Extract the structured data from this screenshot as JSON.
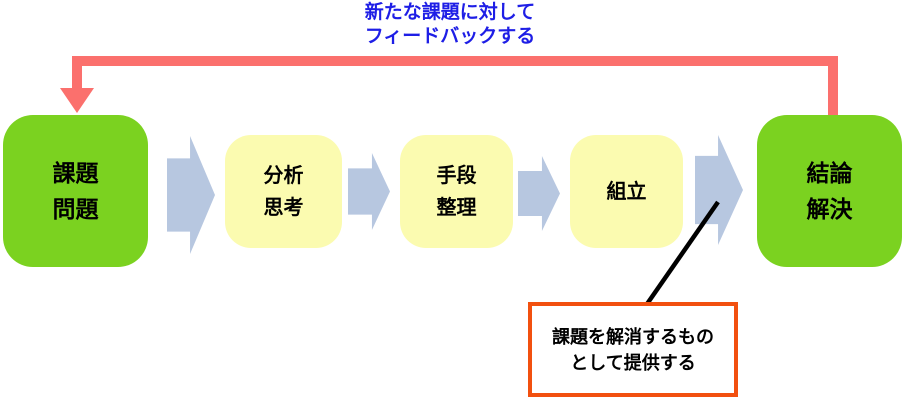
{
  "caption": {
    "line1": "新たな課題に対して",
    "line2": "フィードバックする"
  },
  "steps": [
    {
      "line1": "課題",
      "line2": "問題"
    },
    {
      "line1": "分析",
      "line2": "思考"
    },
    {
      "line1": "手段",
      "line2": "整理"
    },
    {
      "line1": "組立"
    },
    {
      "line1": "結論",
      "line2": "解決"
    }
  ],
  "callout": {
    "line1": "課題を解消するもの",
    "line2": "として提供する"
  },
  "colors": {
    "step_green": "#7BD220",
    "step_yellow": "#FBFBB0",
    "flow_arrow": "#B7C7E0",
    "feedback_arrow": "#FB706D",
    "callout_border": "#F2500F",
    "caption_text": "#1E1EE6",
    "connector_line": "#000000"
  }
}
